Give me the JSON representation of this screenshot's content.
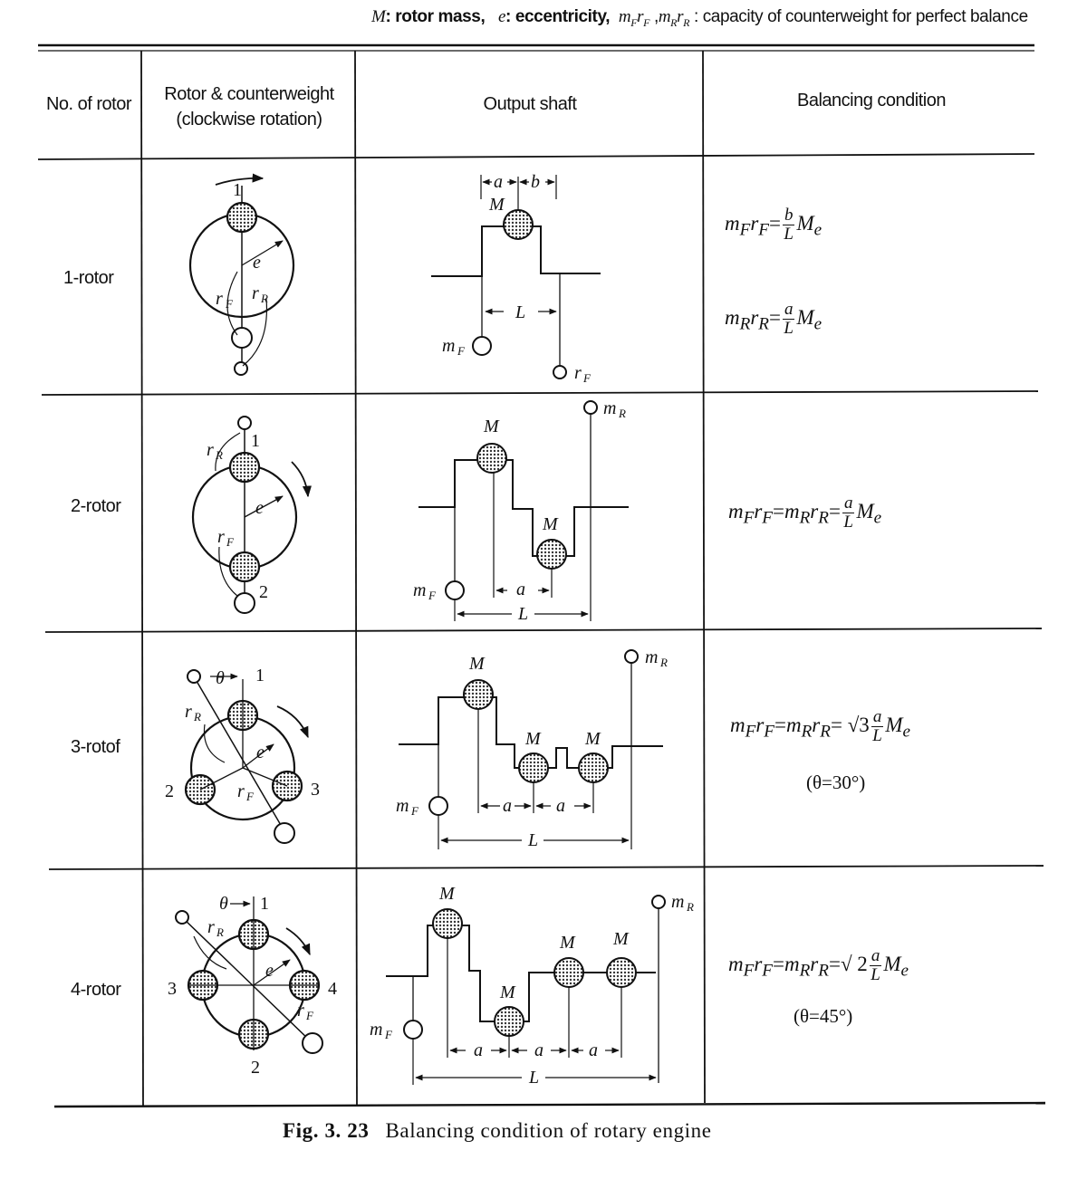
{
  "legend": {
    "M": "M",
    "M_desc": ": rotor mass,",
    "e": "e",
    "e_desc": ": eccentricity,",
    "mr1": "m",
    "mr1_sub": "F",
    "mr1_r": "r",
    "mr1_rsub": "F",
    "mr2": "m",
    "mr2_sub": "R",
    "mr2_r": "r",
    "mr2_rsub": "R",
    "cap_desc": ": capacity of counterweight for perfect balance"
  },
  "headers": {
    "col1": "No. of rotor",
    "col2_line1": "Rotor & counterweight",
    "col2_line2": "(clockwise rotation)",
    "col3": "Output shaft",
    "col4": "Balancing condition"
  },
  "rows": [
    {
      "label": "1-rotor"
    },
    {
      "label": "2-rotor"
    },
    {
      "label": "3-rotof"
    },
    {
      "label": "4-rotor"
    }
  ],
  "formulas": {
    "r1a_left": "m",
    "r1a_sub1": "F",
    "r1a_r": "r",
    "r1a_sub2": "F",
    "r1a_num": "b",
    "r1a_den": "L",
    "r1a_tail": "M",
    "r1a_tailsub": "e",
    "r1b_left": "m",
    "r1b_sub1": "R",
    "r1b_r": "r",
    "r1b_sub2": "R",
    "r1b_num": "a",
    "r1b_den": "L",
    "r1b_tail": "M",
    "r1b_tailsub": "e",
    "r2_text": "m",
    "r2_num": "a",
    "r2_den": "L",
    "r3_prefix": "√3",
    "r3_num": "a",
    "r3_den": "L",
    "r3_theta": "(θ=30°)",
    "r4_prefix": "√ 2",
    "r4_num": "a",
    "r4_den": "L",
    "r4_theta": "(θ=45°)"
  },
  "diagram_labels": {
    "num1": "1",
    "num2": "2",
    "num3": "3",
    "num4": "4",
    "e": "e",
    "rF": "r",
    "rR": "r",
    "sF": "F",
    "sR": "R",
    "M": "M",
    "a": "a",
    "b": "b",
    "L": "L",
    "m": "m",
    "theta": "θ"
  },
  "caption": {
    "fig": "Fig. 3. 23",
    "title": "Balancing condition of rotary engine"
  }
}
